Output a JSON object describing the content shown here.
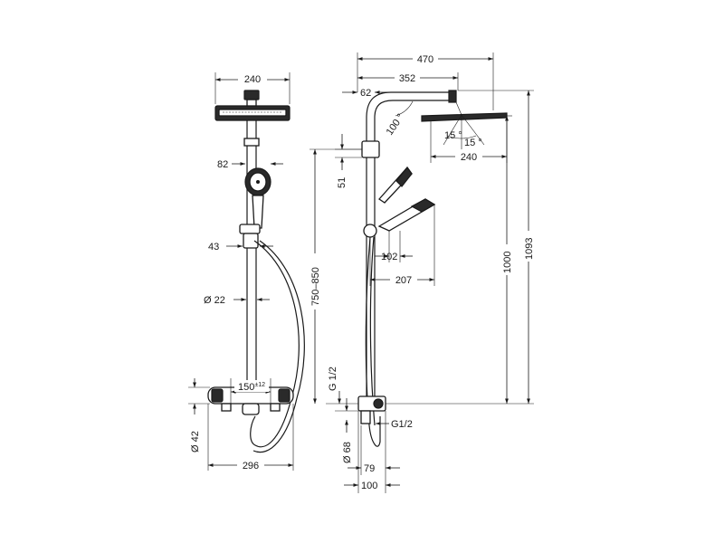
{
  "labels": {
    "front_width_240": "240",
    "handshower_82": "82",
    "bracket_43": "43",
    "pipe_dia_22": "Ø 22",
    "mixer_centers": "150",
    "mixer_tolerance": "±12",
    "mixer_dia_42": "Ø 42",
    "mixer_width_296": "296",
    "side_total_470": "470",
    "side_arm_352": "352",
    "side_62": "62",
    "angle_100": "100 °",
    "angle_15a": "15 °",
    "angle_15b": "15 °",
    "head_240": "240",
    "dim_51": "51",
    "height_750_850": "750–850",
    "dim_102": "102",
    "dim_207": "207",
    "height_1000": "1000",
    "height_1093": "1093",
    "thread_g12_vertical": "G 1/2",
    "thread_g12": "G1/2",
    "dia_68": "Ø 68",
    "dim_79": "79",
    "dim_100": "100"
  }
}
